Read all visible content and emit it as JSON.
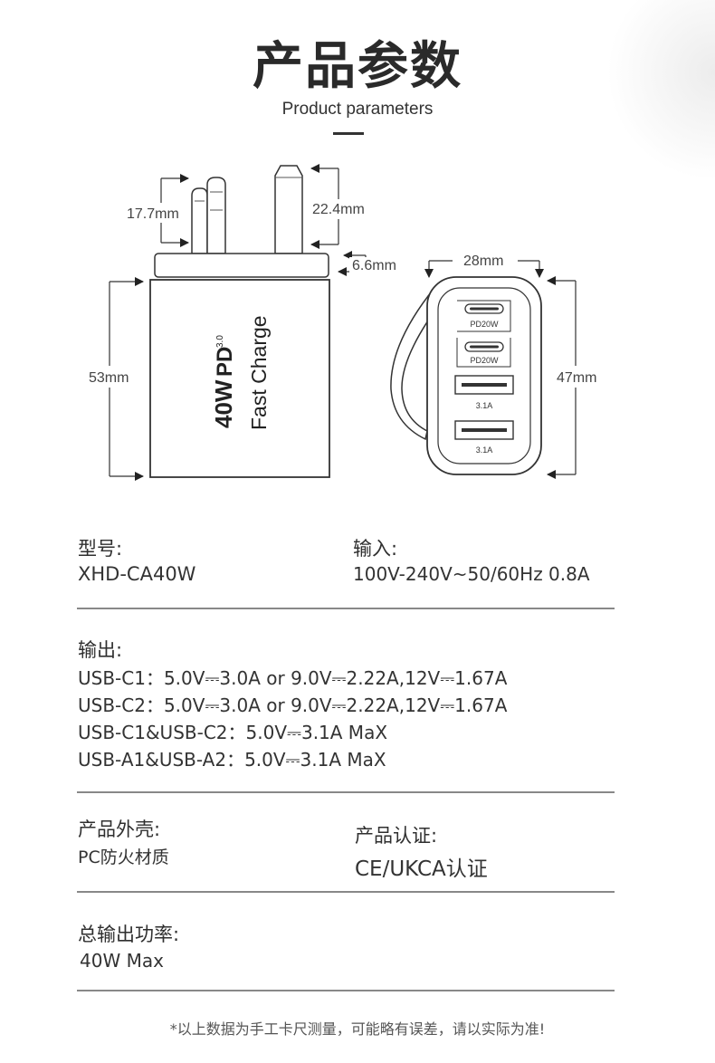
{
  "header": {
    "title": "产品参数",
    "subtitle": "Product parameters"
  },
  "diagram": {
    "dims": {
      "pin_width": "17.7mm",
      "pin_height": "22.4mm",
      "plate_thickness": "6.6mm",
      "body_height": "53mm",
      "front_width": "28mm",
      "front_height": "47mm"
    },
    "face": {
      "wattage": "40W",
      "pd_logo": "PD",
      "pd_version": "3.0",
      "fast_charge": "Fast Charge"
    },
    "ports": [
      {
        "label": "PD20W"
      },
      {
        "label": "PD20W"
      },
      {
        "label": "3.1A"
      },
      {
        "label": "3.1A"
      }
    ]
  },
  "specs": {
    "model": {
      "label": "型号:",
      "value": "XHD-CA40W"
    },
    "input": {
      "label": "输入:",
      "value": "100V-240V~50/60Hz  0.8A"
    },
    "output": {
      "label": "输出:",
      "lines": [
        "USB-C1：5.0V⎓3.0A or 9.0V⎓2.22A,12V⎓1.67A",
        "USB-C2：5.0V⎓3.0A or 9.0V⎓2.22A,12V⎓1.67A",
        "USB-C1&USB-C2：5.0V⎓3.1A MaX",
        "USB-A1&USB-A2：5.0V⎓3.1A MaX"
      ]
    },
    "shell": {
      "label": "产品外壳:",
      "value": "PC防火材质"
    },
    "certification": {
      "label": "产品认证:",
      "value": "CE/UKCA认证"
    },
    "total_power": {
      "label": "总输出功率:",
      "value": "40W  Max"
    }
  },
  "footnote": "*以上数据为手工卡尺测量，可能略有误差，请以实际为准!"
}
